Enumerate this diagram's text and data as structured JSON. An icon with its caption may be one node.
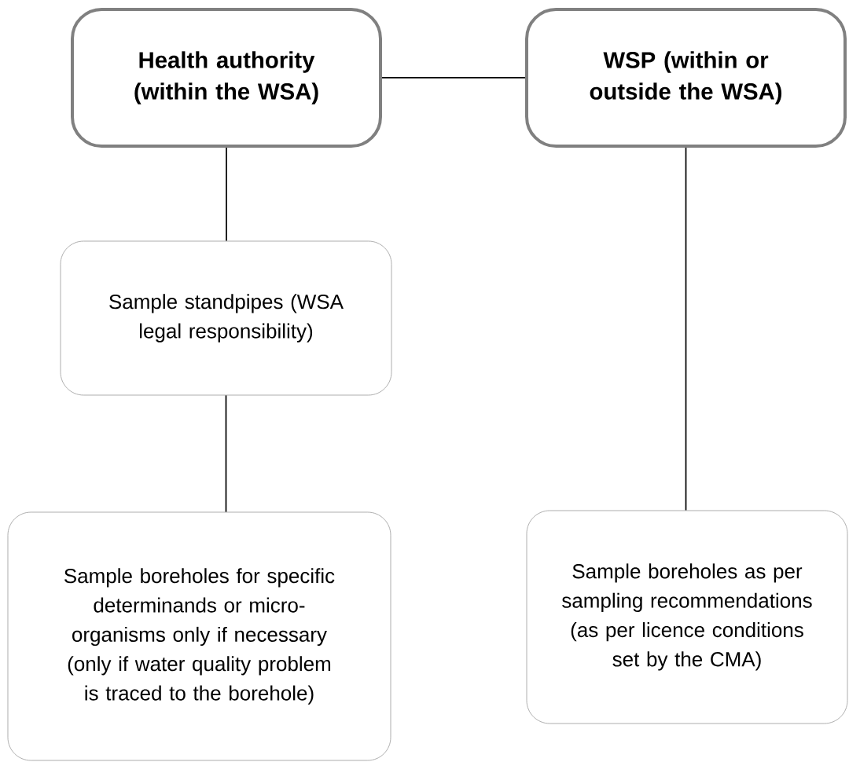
{
  "diagram": {
    "nodes": [
      {
        "text": [
          "Health authority (within the WSA)"
        ]
      },
      {
        "text": [
          "WSP (within or outside the WSA)"
        ]
      },
      {
        "text": [
          "Sample standpipes (WSA legal responsibility)"
        ]
      },
      {
        "text": [
          "Sample boreholes for specific determinands or micro-organisms only if necessary (only if water quality problem is traced to the borehole)"
        ]
      },
      {
        "text": [
          "Sample boreholes as per sampling recommendations (as per licence conditions set by the CMA)"
        ]
      }
    ],
    "edges": [
      {
        "from": 0,
        "to": 1,
        "arrow": "none"
      },
      {
        "from": 0,
        "to": 2,
        "arrow": "none"
      },
      {
        "from": 2,
        "to": 3,
        "arrow": "none"
      },
      {
        "from": 1,
        "to": 4,
        "arrow": "none"
      }
    ]
  }
}
